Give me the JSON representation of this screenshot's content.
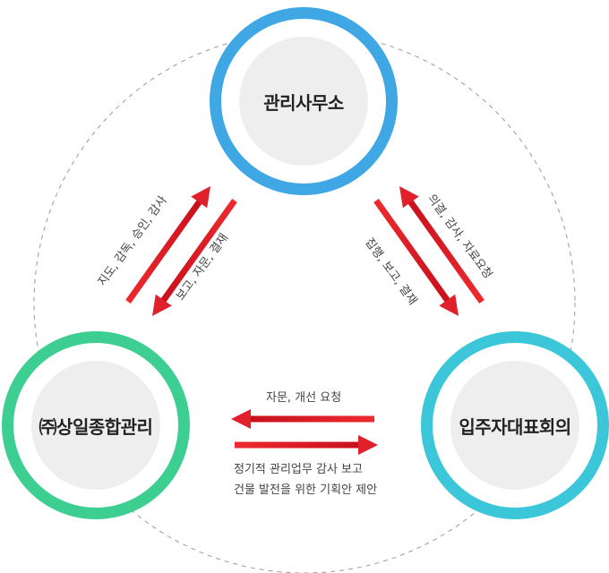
{
  "nodes": {
    "top": {
      "label": "관리사무소",
      "color": "#3fa8e4"
    },
    "left": {
      "label": "㈜상일종합관리",
      "color": "#3ccf91"
    },
    "right": {
      "label": "입주자대표회의",
      "color": "#3cc6d9"
    }
  },
  "arrow_color": "#e0202a",
  "edges": {
    "left_up": {
      "label": "지도, 감독, 승인, 감사"
    },
    "left_down": {
      "label": "보고, 자문, 결재"
    },
    "right_up": {
      "label": "의결, 감사, 자료요청"
    },
    "right_down": {
      "label": "집행, 보고, 결재"
    },
    "bottom_left": {
      "label": "자문, 개선 요청"
    },
    "bottom_right": {
      "line1": "정기적 관리업무 감사 보고",
      "line2": "건물 발전을 위한 기획안 제안"
    }
  }
}
